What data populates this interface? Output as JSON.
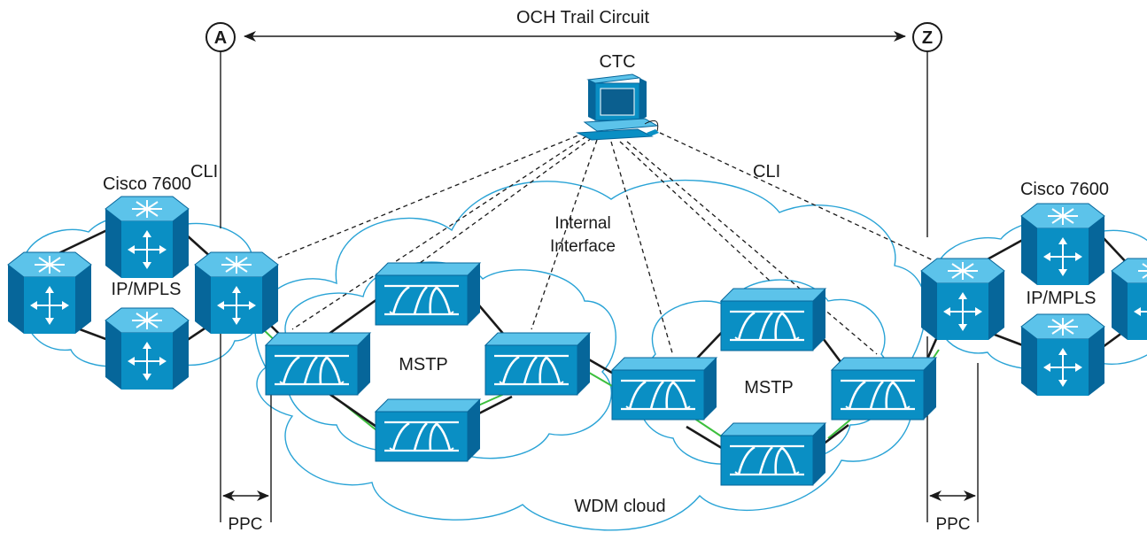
{
  "title": "OCH Trail Circuit",
  "endpoints": {
    "a": "A",
    "z": "Z"
  },
  "computer": {
    "label": "CTC",
    "icon": "computer-workstation-icon"
  },
  "cli_labels": {
    "left": "CLI",
    "right": "CLI"
  },
  "internal_interface": {
    "line1": "Internal",
    "line2": "Interface"
  },
  "router_clusters": {
    "left": {
      "title": "Cisco 7600",
      "network": "IP/MPLS"
    },
    "right": {
      "title": "Cisco 7600",
      "network": "IP/MPLS"
    }
  },
  "mstp_rings": {
    "left": "MSTP",
    "right": "MSTP"
  },
  "wdm_cloud": "WDM cloud",
  "ppc_labels": {
    "left": "PPC",
    "right": "PPC"
  },
  "colors": {
    "device_fill": "#0a8fc4",
    "device_dark": "#06669a",
    "device_light": "#5cc3ea",
    "cloud_stroke": "#29a3d6",
    "fiber_green": "#3cbf3c"
  }
}
